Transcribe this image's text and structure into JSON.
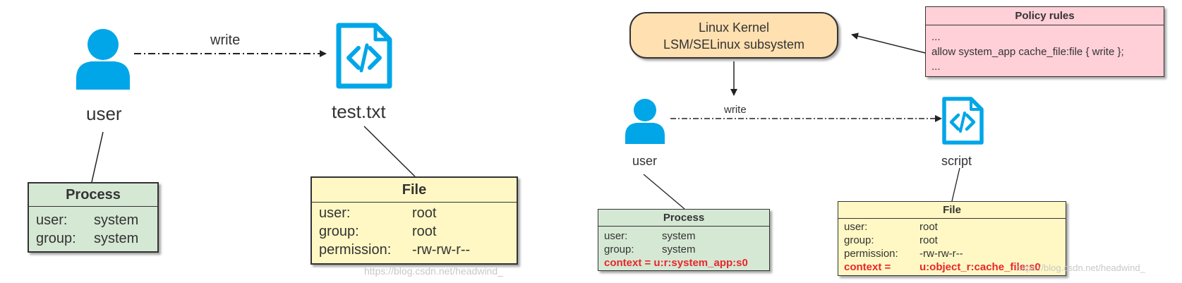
{
  "left": {
    "edge_label": "write",
    "user_label": "user",
    "file_label": "test.txt",
    "process_box": {
      "title": "Process",
      "rows": [
        {
          "key": "user:",
          "value": "system"
        },
        {
          "key": "group:",
          "value": "system"
        }
      ]
    },
    "file_box": {
      "title": "File",
      "rows": [
        {
          "key": "user:",
          "value": "root"
        },
        {
          "key": "group:",
          "value": "root"
        },
        {
          "key": "permission:",
          "value": "-rw-rw-r--"
        }
      ]
    },
    "watermark": "https://blog.csdn.net/headwind_"
  },
  "right": {
    "kernel_line1": "Linux Kernel",
    "kernel_line2": "LSM/SELinux subsystem",
    "policy": {
      "title": "Policy rules",
      "line1": "...",
      "line2": "allow system_app cache_file:file { write };",
      "line3": "..."
    },
    "edge_label": "write",
    "user_label": "user",
    "file_label": "script",
    "process_box": {
      "title": "Process",
      "rows": [
        {
          "key": "user:",
          "value": "system"
        },
        {
          "key": "group:",
          "value": "system"
        }
      ],
      "context": "context = u:r:system_app:s0"
    },
    "file_box": {
      "title": "File",
      "rows": [
        {
          "key": "user:",
          "value": "root"
        },
        {
          "key": "group:",
          "value": "root"
        },
        {
          "key": "permission:",
          "value": "-rw-rw-r--"
        }
      ],
      "context_key": "context =",
      "context_value": "u:object_r:cache_file:s0"
    },
    "watermark": "https://blog.csdn.net/headwind_"
  },
  "colors": {
    "icon_blue": "#00a6e8",
    "process_fill": "#d5e8d4",
    "file_fill": "#fff8c4",
    "kernel_fill": "#ffe0b0",
    "policy_fill": "#ffd0d8",
    "context_red": "#e8262a"
  }
}
